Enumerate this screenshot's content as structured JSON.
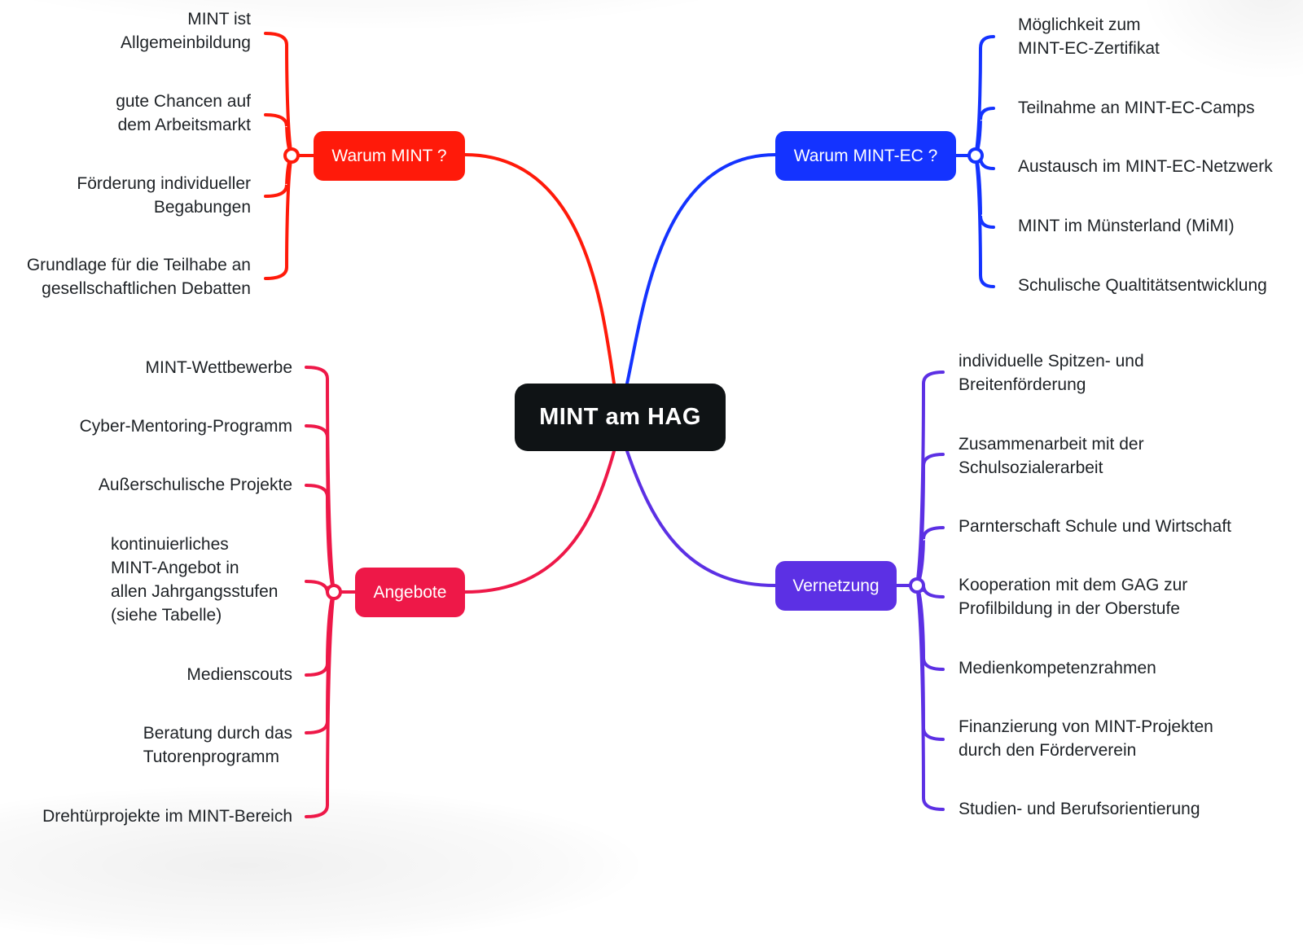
{
  "mindmap": {
    "central": {
      "label": "MINT am HAG",
      "color": "#0f1315"
    },
    "branches": [
      {
        "id": "warum-mint",
        "label": "Warum MINT ?",
        "color": "#ff1a0a",
        "side": "left",
        "children": [
          "MINT ist\nAllgemeinbildung",
          "gute Chancen auf\ndem Arbeitsmarkt",
          "Förderung individueller\nBegabungen",
          "Grundlage für die Teilhabe an\ngesellschaftlichen Debatten"
        ]
      },
      {
        "id": "warum-mint-ec",
        "label": "Warum MINT-EC ?",
        "color": "#1433ff",
        "side": "right",
        "children": [
          "Möglichkeit zum\nMINT-EC-Zertifikat",
          "Teilnahme an MINT-EC-Camps",
          "Austausch im MINT-EC-Netzwerk",
          "MINT im Münsterland (MiMI)",
          "Schulische Qualtitätsentwicklung"
        ]
      },
      {
        "id": "angebote",
        "label": "Angebote",
        "color": "#ee1848",
        "side": "left",
        "children": [
          "MINT-Wettbewerbe",
          "Cyber-Mentoring-Programm",
          "Außerschulische Projekte",
          "kontinuierliches\nMINT-Angebot in\nallen Jahrgangsstufen\n(siehe Tabelle)",
          "Medienscouts",
          "Beratung durch das\nTutorenprogramm",
          "Drehtürprojekte im MINT-Bereich"
        ]
      },
      {
        "id": "vernetzung",
        "label": "Vernetzung",
        "color": "#5c30e4",
        "side": "right",
        "children": [
          "individuelle Spitzen- und\nBreitenförderung",
          "Zusammenarbeit mit der\nSchulsozialerarbeit",
          "Parnterschaft Schule und Wirtschaft",
          "Kooperation mit dem GAG zur\nProfilbildung in der Oberstufe",
          "Medienkompetenzrahmen",
          "Finanzierung von MINT-Projekten\ndurch den Förderverein",
          "Studien- und Berufsorientierung"
        ]
      }
    ]
  }
}
